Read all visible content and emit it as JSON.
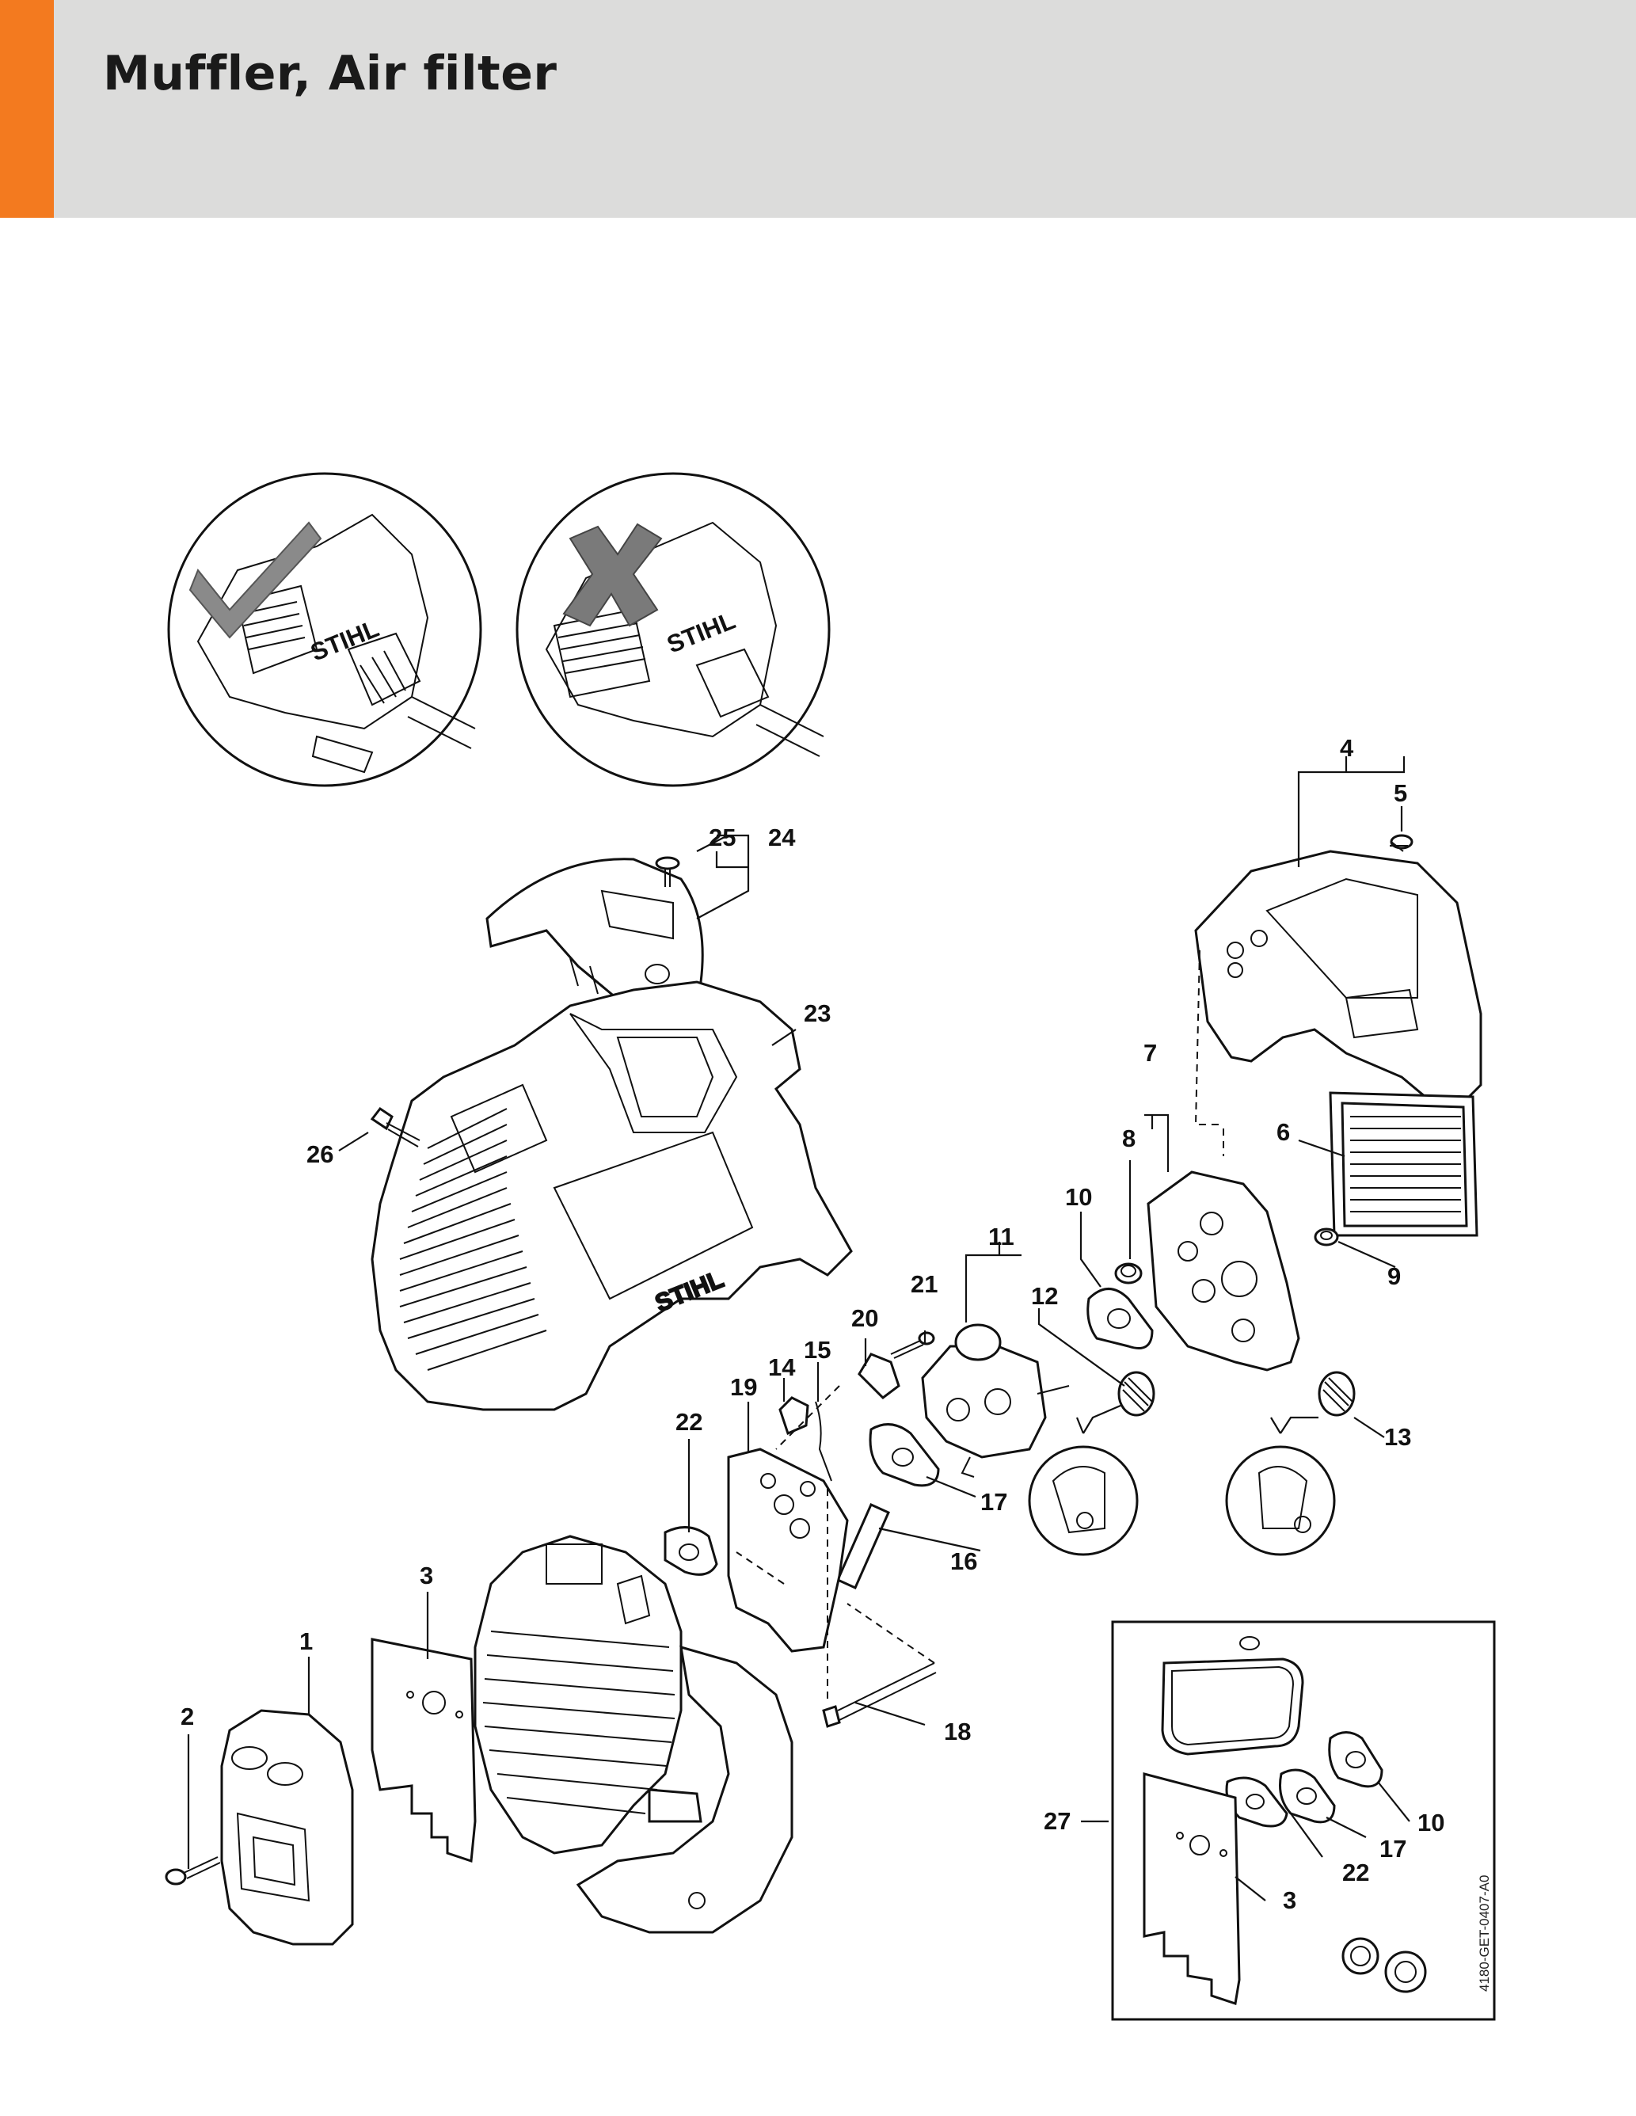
{
  "header": {
    "title": "Muffler, Air filter",
    "accent_color": "#f37a1f",
    "background_color": "#dcdcdb"
  },
  "inset_ok": {
    "brand": "STIHL",
    "icon": "check-mark-icon"
  },
  "inset_wrong": {
    "brand": "STIHL",
    "icon": "cross-mark-icon"
  },
  "shroud_brand": "STIHL",
  "callouts": {
    "p1": "1",
    "p2": "2",
    "p3": "3",
    "p4": "4",
    "p5": "5",
    "p6": "6",
    "p7": "7",
    "p8": "8",
    "p9": "9",
    "p10": "10",
    "p11": "11",
    "p12": "12",
    "p13": "13",
    "p14": "14",
    "p15": "15",
    "p16": "16",
    "p17": "17",
    "p18": "18",
    "p19": "19",
    "p20": "20",
    "p21": "21",
    "p22": "22",
    "p23": "23",
    "p24": "24",
    "p25": "25",
    "p26": "26",
    "kit27": "27",
    "kit3": "3",
    "kit10": "10",
    "kit17": "17",
    "kit22": "22"
  },
  "doc_id": "4180-GET-0407-A0"
}
